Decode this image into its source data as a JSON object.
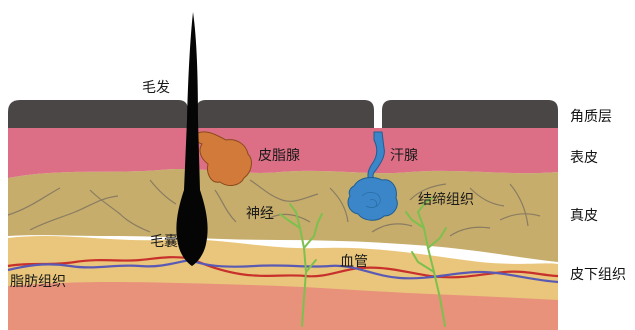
{
  "labels": {
    "hair": "毛发",
    "sebaceous_gland": "皮脂腺",
    "sweat_gland": "汗腺",
    "nerve": "神经",
    "connective_tissue": "结缔组织",
    "hair_follicle": "毛囊",
    "blood_vessel": "血管",
    "adipose_tissue": "脂肪组织"
  },
  "layers": {
    "stratum_corneum": "角质层",
    "epidermis": "表皮",
    "dermis": "真皮",
    "subcutaneous": "皮下组织"
  },
  "colors": {
    "stratum_corneum": "#4a4646",
    "epidermis": "#dc6f86",
    "dermis": "#c7ad6b",
    "dermis_lines": "#7a7060",
    "subcutaneous_band": "#e9c67b",
    "deep_tissue": "#e8917b",
    "hair": "#050505",
    "sebaceous_gland": "#d27a3a",
    "sweat_gland": "#3a86c8",
    "nerve": "#7dc04e",
    "vessel_red": "#c8302c",
    "vessel_blue": "#5a5ab4"
  }
}
